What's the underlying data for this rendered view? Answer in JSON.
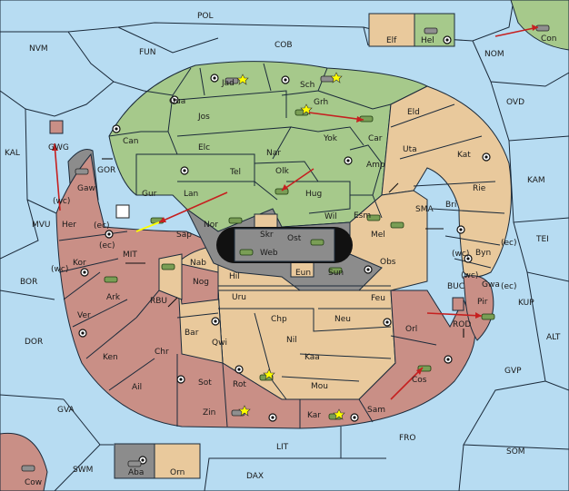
{
  "colors": {
    "sea": "#b7dcf2",
    "green_power": "#a6c98b",
    "tan_power": "#e9c99c",
    "red_power": "#c98f86",
    "gray_power": "#8c8c8c",
    "order_arrow": "#c62020",
    "support_line": "#ffff00"
  },
  "labels": {
    "POL": "POL",
    "COB": "COB",
    "FUN": "FUN",
    "NVM": "NVM",
    "NOM": "NOM",
    "Con": "Con",
    "Elf": "Elf",
    "Hel": "Hel",
    "OVD": "OVD",
    "KAL": "KAL",
    "GWG": "GWG",
    "GOR": "GOR",
    "Gaw": "Gaw",
    "MVU": "MVU",
    "Her": "Her",
    "wc1": "(wc)",
    "ec1": "(ec)",
    "Jad": "Jad",
    "Sch": "Sch",
    "Qua": "Qua",
    "Jos": "Jos",
    "Grh": "Grh",
    "Eld": "Eld",
    "Can": "Can",
    "Elc": "Elc",
    "Nar": "Nar",
    "Yok": "Yok",
    "Car": "Car",
    "Uta": "Uta",
    "Kat": "Kat",
    "KAM": "KAM",
    "Tel": "Tel",
    "Olk": "Olk",
    "Amp": "Amp",
    "Gur": "Gur",
    "Lan": "Lan",
    "Hug": "Hug",
    "Rie": "Rie",
    "Bri": "Bri",
    "Wil": "Wil",
    "Esm": "Esm",
    "SMA": "SMA",
    "Nor": "Nor",
    "Skr": "Skr",
    "Sap": "Sap",
    "Ost": "Ost",
    "Mel": "Mel",
    "Web": "Web",
    "Byn": "Byn",
    "TEI": "TEI",
    "ec2": "(ec)",
    "wc2": "(wc)",
    "ec3": "(ec)",
    "Kor": "Kor",
    "wc3": "(wc)",
    "MIT": "MIT",
    "Nab": "Nab",
    "Eun": "Eun",
    "Sun": "Sun",
    "Obs": "Obs",
    "BOR": "BOR",
    "Ark": "Ark",
    "wc4": "(wc)",
    "Gwa": "Gwa",
    "ec4": "(ec)",
    "Hil": "Hil",
    "RBU": "RBU",
    "Nog": "Nog",
    "BUC": "BUC",
    "Pir": "Pir",
    "KUP": "KUP",
    "Uru": "Uru",
    "Feu": "Feu",
    "Ver": "Ver",
    "Chp": "Chp",
    "Neu": "Neu",
    "Orl": "Orl",
    "ROD": "ROD",
    "Bar": "Bar",
    "Qwi": "Qwi",
    "Nil": "Nil",
    "ALT": "ALT",
    "DOR": "DOR",
    "Ken": "Ken",
    "Chr": "Chr",
    "Kaa": "Kaa",
    "GVP": "GVP",
    "Ail": "Ail",
    "Sot": "Sot",
    "Rot": "Rot",
    "Mou": "Mou",
    "Cos": "Cos",
    "GVA": "GVA",
    "Zin": "Zin",
    "Kar": "Kar",
    "Sam": "Sam",
    "FRO": "FRO",
    "SOM": "SOM",
    "LIT": "LIT",
    "SWM": "SWM",
    "Aba": "Aba",
    "Orn": "Orn",
    "DAX": "DAX",
    "Cow": "Cow"
  }
}
